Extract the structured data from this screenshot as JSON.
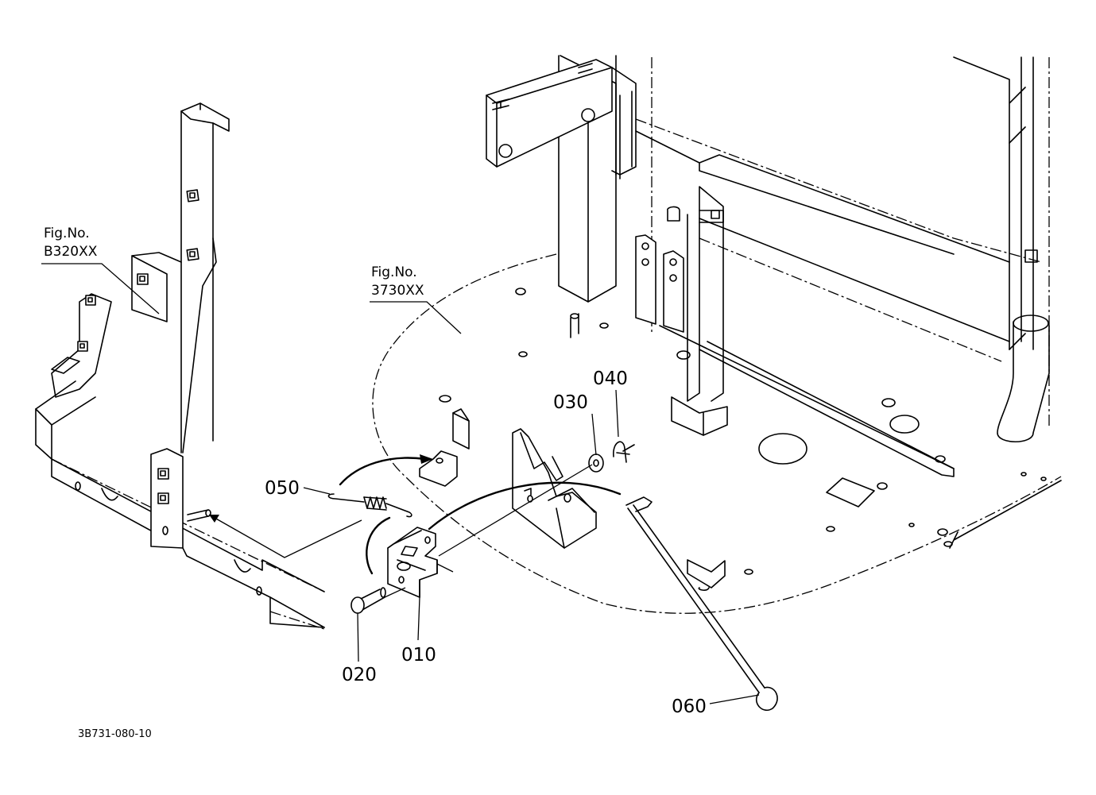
{
  "figure_refs": [
    {
      "line1": "Fig.No.",
      "line2": "B320XX"
    },
    {
      "line1": "Fig.No.",
      "line2": "3730XX"
    }
  ],
  "callouts": {
    "p010": "010",
    "p020": "020",
    "p030": "030",
    "p040": "040",
    "p050": "050",
    "p060": "060"
  },
  "drawing_number": "3B731-080-10",
  "colors": {
    "line": "#000000",
    "background": "#ffffff"
  }
}
